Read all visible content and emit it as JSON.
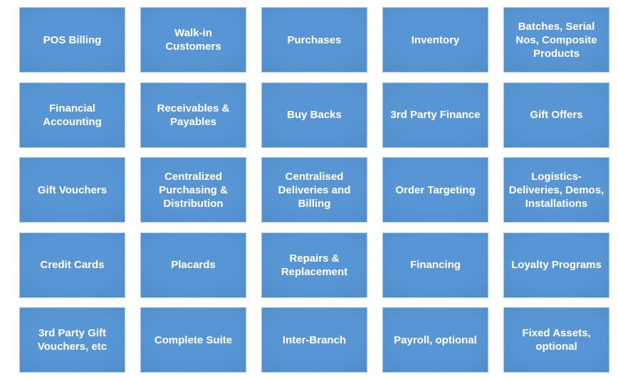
{
  "page": {
    "background": "#ffffff"
  },
  "grid": {
    "columns": 5,
    "rows": 5,
    "tile_fill_center": "#5795d4",
    "tile_fill_edge": "#4b86c3",
    "tile_border": "#a2c4e7",
    "tile_text_color": "#ffffff",
    "tiles": [
      {
        "id": "pos-billing",
        "label": "POS Billing"
      },
      {
        "id": "walk-in-customers",
        "label": "Walk-in\nCustomers"
      },
      {
        "id": "purchases",
        "label": "Purchases"
      },
      {
        "id": "inventory",
        "label": "Inventory"
      },
      {
        "id": "batches-serial-nos",
        "label": "Batches, Serial\nNos, Composite\nProducts"
      },
      {
        "id": "financial-accounting",
        "label": "Financial\nAccounting"
      },
      {
        "id": "receivables-payables",
        "label": "Receivables &\nPayables"
      },
      {
        "id": "buy-backs",
        "label": "Buy Backs"
      },
      {
        "id": "3rd-party-finance",
        "label": "3rd Party Finance"
      },
      {
        "id": "gift-offers",
        "label": "Gift Offers"
      },
      {
        "id": "gift-vouchers",
        "label": "Gift Vouchers"
      },
      {
        "id": "centralized-purchasing",
        "label": "Centralized\nPurchasing &\nDistribution"
      },
      {
        "id": "centralised-deliveries-billing",
        "label": "Centralised\nDeliveries and\nBilling"
      },
      {
        "id": "order-targeting",
        "label": "Order Targeting"
      },
      {
        "id": "logistics-deliveries",
        "label": "Logistics-\nDeliveries, Demos,\nInstallations"
      },
      {
        "id": "credit-cards",
        "label": "Credit Cards"
      },
      {
        "id": "placards",
        "label": "Placards"
      },
      {
        "id": "repairs-replacement",
        "label": "Repairs &\nReplacement"
      },
      {
        "id": "financing",
        "label": "Financing"
      },
      {
        "id": "loyalty-programs",
        "label": "Loyalty Programs"
      },
      {
        "id": "3rd-party-gift-vouchers",
        "label": "3rd Party Gift\nVouchers, etc"
      },
      {
        "id": "complete-suite",
        "label": "Complete Suite"
      },
      {
        "id": "inter-branch",
        "label": "Inter-Branch"
      },
      {
        "id": "payroll-optional",
        "label": "Payroll, optional"
      },
      {
        "id": "fixed-assets-optional",
        "label": "Fixed Assets,\noptional"
      }
    ]
  }
}
